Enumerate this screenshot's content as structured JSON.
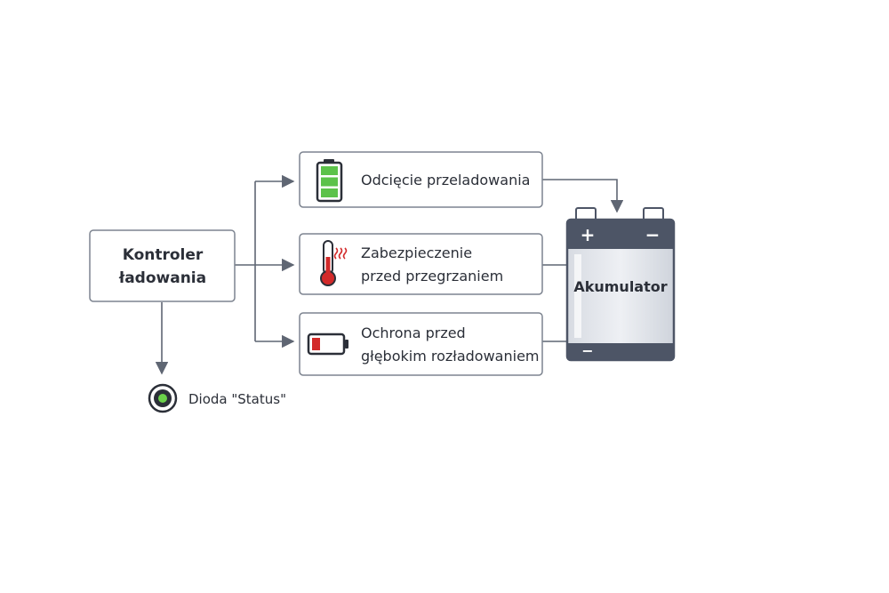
{
  "controller": {
    "line1": "Kontroler",
    "line2": "ładowania"
  },
  "modules": [
    {
      "line1": "Odcięcie przeladowania",
      "line2": "",
      "icon": "battery-full-icon"
    },
    {
      "line1": "Zabezpieczenie",
      "line2": "przed przegrzaniem",
      "icon": "thermometer-hot-icon"
    },
    {
      "line1": "Ochrona przed",
      "line2": "głębokim rozładowaniem",
      "icon": "battery-low-icon"
    }
  ],
  "battery": {
    "label": "Akumulator",
    "plus": "+",
    "minus_top": "−",
    "minus_bottom": "−"
  },
  "status_led": {
    "label": "Dioda \"Status\"",
    "icon": "status-led-icon"
  },
  "colors": {
    "line": "#5f6673",
    "box_border": "#7d8490",
    "battery_green": "#5cc24a",
    "battery_red": "#d22a2a",
    "thermo_red": "#d22a2a",
    "led_green": "#6ad14a",
    "battery_dark": "#4d5566"
  }
}
